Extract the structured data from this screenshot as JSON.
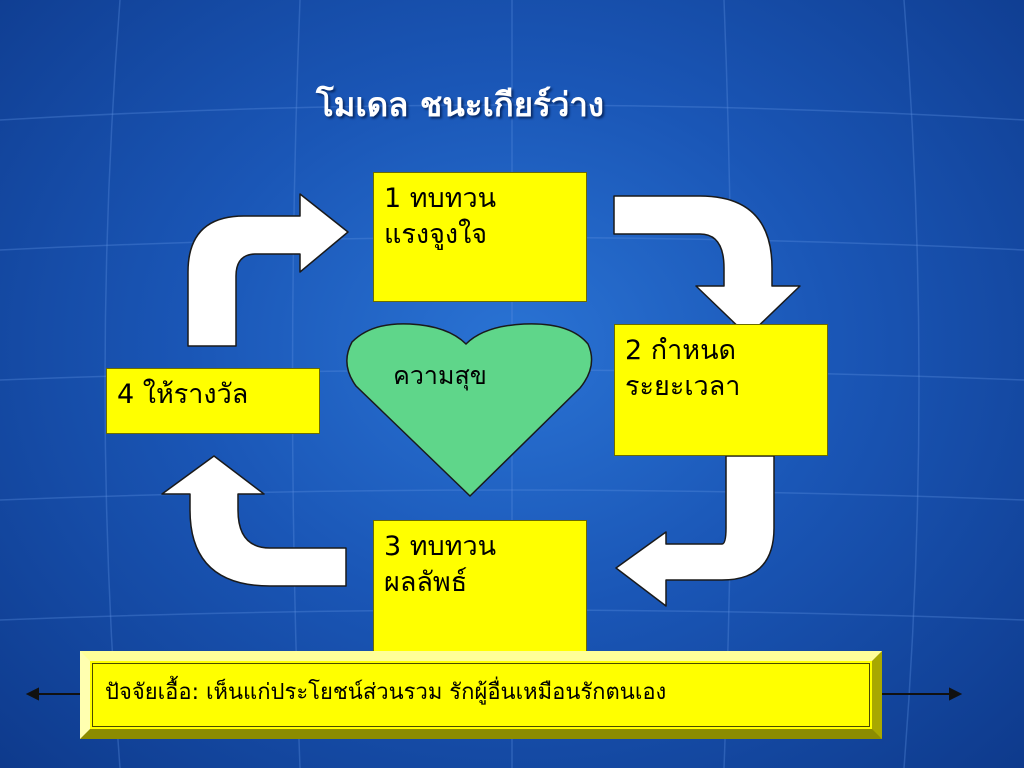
{
  "diagram": {
    "title": "โมเดล ชนะเกียร์ว่าง",
    "steps": [
      {
        "label": "1 ทบทวน\nแรงจูงใจ"
      },
      {
        "label": "2 กำหนด\nระยะเวลา"
      },
      {
        "label": "3 ทบทวน\nผลลัพธ์"
      },
      {
        "label": "4 ให้รางวัล"
      }
    ],
    "center": {
      "label": "ความสุข"
    },
    "footer": {
      "label": "ปัจจัยเอื้อ: เห็นแก่ประโยชน์ส่วนรวม รักผู้อื่นเหมือนรักตนเอง"
    },
    "colors": {
      "box": "#ffff00",
      "heart": "#5fd68a",
      "arrow": "#ffffff",
      "background": "#1a56b6"
    }
  }
}
